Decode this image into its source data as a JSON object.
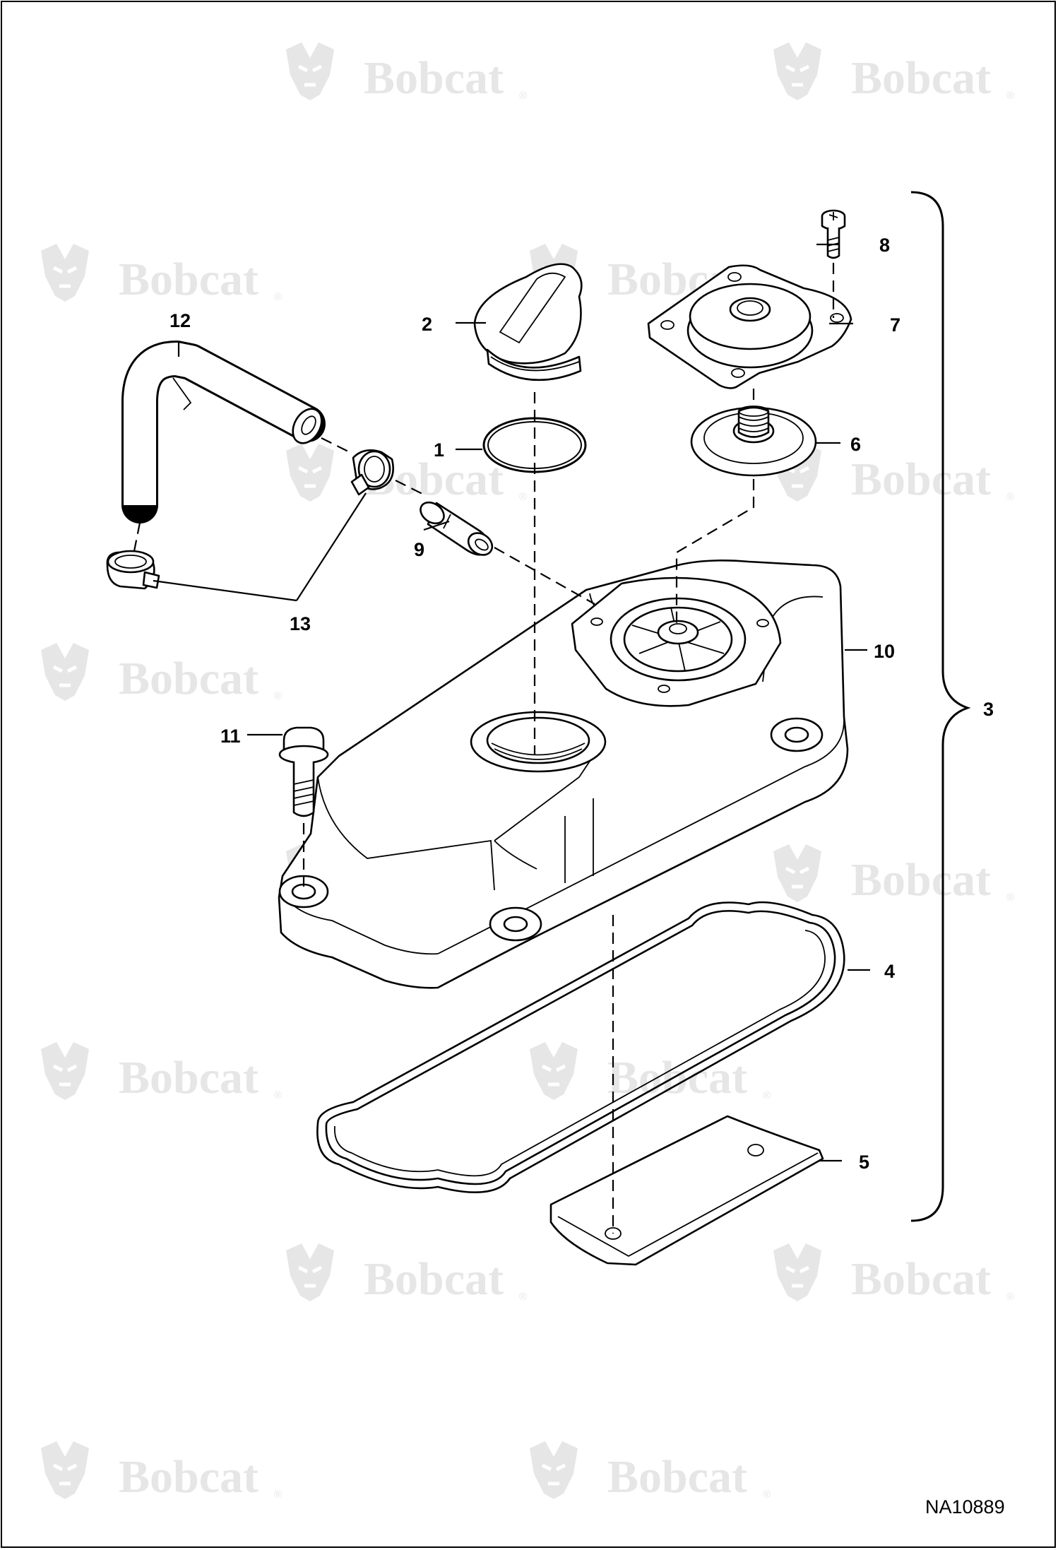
{
  "watermark": {
    "text": "Bobcat",
    "reg": "®"
  },
  "callouts": {
    "c1": "1",
    "c2": "2",
    "c3": "3",
    "c4": "4",
    "c5": "5",
    "c6": "6",
    "c7": "7",
    "c8": "8",
    "c9": "9",
    "c10": "10",
    "c11": "11",
    "c12": "12",
    "c13": "13"
  },
  "drawing_number": "NA10889"
}
